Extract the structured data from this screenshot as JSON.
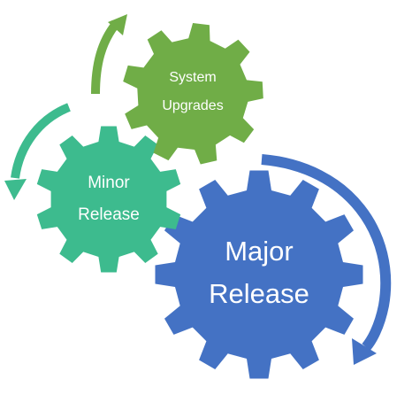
{
  "gears": {
    "system_upgrades": {
      "line1": "System",
      "line2": "Upgrades",
      "color": "#70AD47"
    },
    "minor_release": {
      "line1": "Minor",
      "line2": "Release",
      "color": "#3DBB8E"
    },
    "major_release": {
      "line1": "Major",
      "line2": "Release",
      "color": "#4472C4"
    }
  },
  "arrows": {
    "green_color": "#70AD47",
    "teal_color": "#3DBB8E",
    "blue_color": "#4472C4"
  }
}
